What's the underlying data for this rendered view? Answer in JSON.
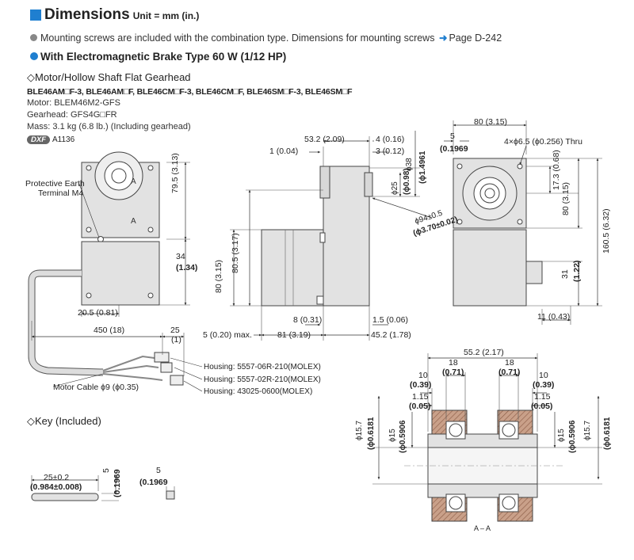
{
  "header": {
    "title": "Dimensions",
    "unit": "Unit = mm (in.)"
  },
  "note": {
    "text": "Mounting screws are included with the combination type. Dimensions for mounting screws",
    "link": "Page D-242"
  },
  "subtitle": "With Electromagnetic Brake Type 60 W (1/12 HP)",
  "section_motor": "◇Motor/Hollow Shaft Flat Gearhead",
  "models": "BLE46AM□F-3, BLE46AM□F, BLE46CM□F-3, BLE46CM□F, BLE46SM□F-3, BLE46SM□F",
  "specs": {
    "motor": "Motor: BLEM46M2-GFS",
    "gearhead": "Gearhead: GFS4G□FR",
    "mass": "Mass: 3.1 kg (6.8 lb.) (Including gearhead)"
  },
  "dxf": {
    "badge": "DXF",
    "code": "A1136"
  },
  "section_key": "◇Key (Included)",
  "labels": {
    "pe1": "Protective Earth",
    "pe2": "Terminal M4",
    "cable": "Motor Cable ϕ9 (ϕ0.35)",
    "housing1": "Housing: 5557-06R-210(MOLEX)",
    "housing2": "Housing: 5557-02R-210(MOLEX)",
    "housing3": "Housing: 43025-0600(MOLEX)",
    "aa": "A – A",
    "thru": "4×ϕ6.5 (ϕ0.256) Thru",
    "a_mark": "A"
  },
  "dims": {
    "d79_5": "79.5 (3.13)",
    "d34": "34",
    "d34i": "(1.34)",
    "d20_5": "20.5 (0.81)",
    "d450": "450 (18)",
    "d25": "25",
    "d25i": "(1)",
    "d53_2": "53.2 (2.09)",
    "d4": "4 (0.16)",
    "d1": "1 (0.04)",
    "d3": "3 (0.12)",
    "d38": "ϕ38",
    "d38i": "(ϕ1.4961",
    "d25s": "ϕ25",
    "d25si": "(ϕ0.98)",
    "d94": "ϕ94±0.5",
    "d94i": "(ϕ3.70±0.02)",
    "d80_5": "80.5 (3.17)",
    "d80a": "80 (3.15)",
    "d8": "8 (0.31)",
    "d1_5": "1.5 (0.06)",
    "d5max": "5 (0.20) max.",
    "d81": "81 (3.19)",
    "d45_2": "45.2 (1.78)",
    "d80t": "80 (3.15)",
    "d5k": "5",
    "d5ki": "(0.1969",
    "d17_3": "17.3 (0.68)",
    "d80r": "80 (3.15)",
    "d160_5": "160.5 (6.32)",
    "d31": "31",
    "d31i": "(1.22)",
    "d11": "11 (0.43)",
    "d55_2": "55.2 (2.17)",
    "d18": "18",
    "d18i": "(0.71)",
    "d10": "10",
    "d10i": "(0.39)",
    "d1_15": "1.15",
    "d1_15i": "(0.05)",
    "d15_7": "ϕ15.7",
    "d15_7i": "(ϕ0.6181",
    "d15": "ϕ15",
    "d15i": "(ϕ0.5906",
    "k25": "25±0.2",
    "k25i": "(0.984±0.008)",
    "k5": "5",
    "k5i": "(0.1969",
    "k5b": "5",
    "k5bi": "(0.1969"
  }
}
